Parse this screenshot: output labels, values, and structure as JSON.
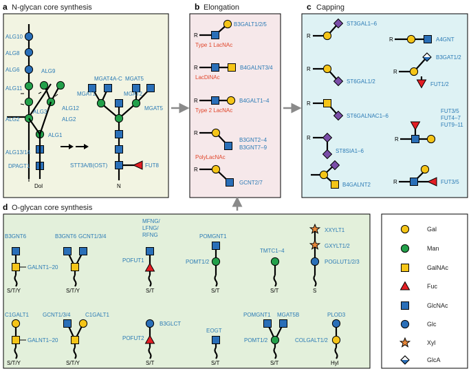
{
  "colors": {
    "panel_a_bg": "#f2f4e2",
    "panel_b_bg": "#f6e8ea",
    "panel_c_bg": "#def2f4",
    "panel_d_bg": "#e3f0db",
    "enzyme_text": "#2a7ab5",
    "note_text": "#e0452a",
    "gal": "#f5c518",
    "man": "#23a04a",
    "galnac": "#f5c518",
    "fuc": "#e31e24",
    "glcnac": "#2a6fb8",
    "glc": "#2a6fb8",
    "xyl": "#e8883a",
    "glca": "#2a6fb8"
  },
  "panels": {
    "a": {
      "letter": "a",
      "title": "N-glycan core synthesis"
    },
    "b": {
      "letter": "b",
      "title": "Elongation"
    },
    "c": {
      "letter": "c",
      "title": "Capping"
    },
    "d": {
      "letter": "d",
      "title": "O-glycan core synthesis"
    }
  },
  "a": {
    "alg10": "ALG10",
    "alg8": "ALG8",
    "alg6": "ALG6",
    "alg9": "ALG9",
    "alg11": "ALG11",
    "alg3": "ALG3",
    "alg12": "ALG12",
    "alg2_left": "ALG2",
    "alg2_right": "ALG2",
    "alg1": "ALG1",
    "alg13_14": "ALG13/14",
    "dpagt1": "DPAGT1",
    "dol": "Dol",
    "mgat4a_c": "MGAT4A-C",
    "mgat5_top": "MGAT5",
    "mgat1": "MGAT1",
    "mgat2": "MGAT2",
    "mgat5_right": "MGAT5",
    "stt3": "STT3A/B(OST)",
    "fut8": "FUT8",
    "n": "N"
  },
  "b": {
    "b3galt": "B3GALT1/2/5",
    "type1": "Type 1 LacNAc",
    "b4galnt": "B4GALNT3/4",
    "lacdinac": "LacDiNAc",
    "b4galt": "B4GALT1–4",
    "type2": "Type 2 LacNAc",
    "b3gnt_a": "B3GNT2–4",
    "b3gnt_b": "B3GNT7–9",
    "polylacnac": "PolyLacNAc",
    "gcnt": "GCNT2/7",
    "r": "R"
  },
  "c": {
    "st3gal": "ST3GAL1–6",
    "a4gnt": "A4GNT",
    "st6gal": "ST6GAL1/2",
    "b3gat": "B3GAT1/2",
    "fut12": "FUT1/2",
    "st6galnac": "ST6GALNAC1–6",
    "fut35": "FUT3/5",
    "fut47": "FUT4–7",
    "fut911": "FUT9–11",
    "st8sia": "ST8SIA1–6",
    "b4galnt2": "B4GALNT2",
    "fut35b": "FUT3/5",
    "r": "R"
  },
  "d": {
    "b3gnt6": "B3GNT6",
    "galnt1": "GALNT1–20",
    "sty1": "S/T/Y",
    "b3gnt6b": "B3GNT6",
    "gcnt134": "GCNT1/3/4",
    "sty2": "S/T/Y",
    "mfng": "MFNG/",
    "lfng": "LFNG/",
    "rfng": "RFNG",
    "pofut1": "POFUT1",
    "st3": "S/T",
    "pomgnt1": "POMGNT1",
    "pomt12": "POMT1/2",
    "st4": "S/T",
    "tmtc": "TMTC1–4",
    "st5": "S/T",
    "xxylt1": "XXYLT1",
    "gxylt": "GXYLT1/2",
    "poglut": "POGLUT1/2/3",
    "s6": "S",
    "c1galt1a": "C1GALT1",
    "galnt2": "GALNT1–20",
    "sty7": "S/T/Y",
    "gcnt134b": "GCNT1/3/4",
    "c1galt1b": "C1GALT1",
    "sty8": "S/T/Y",
    "b3glct": "B3GLCT",
    "pofut2": "POFUT2",
    "st9": "S/T",
    "eogt": "EOGT",
    "st10": "S/T",
    "pomgnt1b": "POMGNT1",
    "mgat5b": "MGAT5B",
    "pomt12b": "POMT1/2",
    "st11": "S/T",
    "plod3": "PLOD3",
    "colgalt": "COLGALT1/2",
    "hyl": "Hyl"
  },
  "legend": [
    {
      "name": "Gal",
      "icon": "yellow-circle"
    },
    {
      "name": "Man",
      "icon": "green-circle"
    },
    {
      "name": "GalNAc",
      "icon": "yellow-square"
    },
    {
      "name": "Fuc",
      "icon": "red-triangle"
    },
    {
      "name": "GlcNAc",
      "icon": "blue-square"
    },
    {
      "name": "Glc",
      "icon": "blue-circle"
    },
    {
      "name": "Xyl",
      "icon": "orange-star"
    },
    {
      "name": "GlcA",
      "icon": "split-diamond"
    }
  ]
}
